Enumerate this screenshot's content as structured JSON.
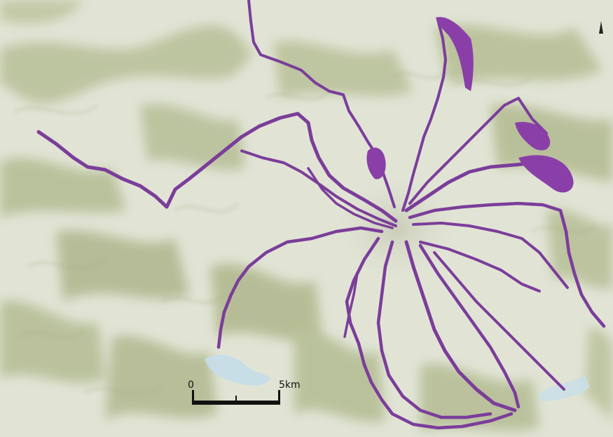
{
  "map": {
    "scale_bar": {
      "start_label": "0",
      "end_label": "5km"
    },
    "colors": {
      "terrain_light": "#e3e6d8",
      "terrain_shadow": "#aab38c",
      "volcano_summit": "#b9bca8",
      "lahar_flow": "#7b3d9a",
      "lake_water": "#c5dde9"
    },
    "features": [
      "lahar-flow-paths",
      "volcano-summit",
      "lake",
      "shaded-relief-terrain"
    ]
  }
}
